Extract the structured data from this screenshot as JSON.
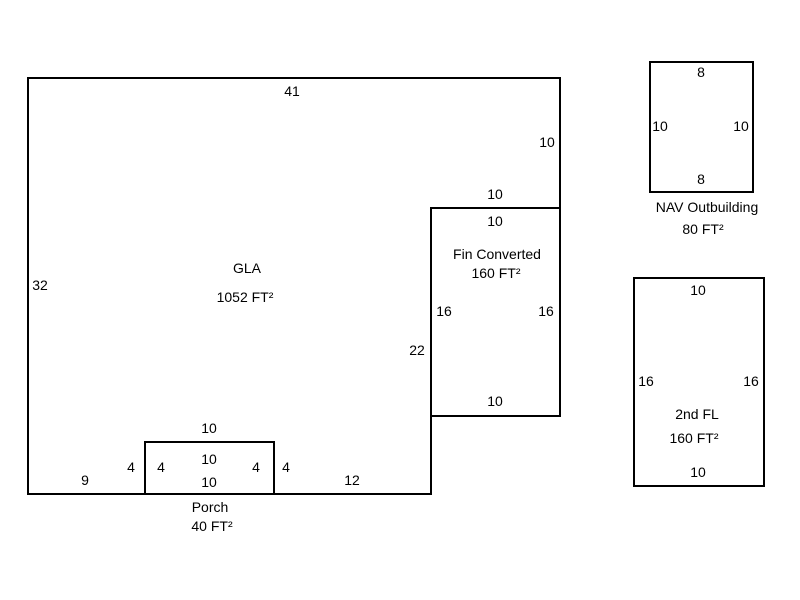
{
  "gla": {
    "name": "GLA",
    "area": "1052 FT²",
    "dims": {
      "top": "41",
      "right_upper": "10",
      "left": "32",
      "inner_right": "22",
      "bottom_left": "9",
      "bottom_right": "12",
      "porch_left_outer": "4",
      "porch_right_outer": "4",
      "porch_top_outer": "10"
    }
  },
  "fin_converted": {
    "name": "Fin Converted",
    "area": "160 FT²",
    "dims": {
      "top_outer": "10",
      "top": "10",
      "left": "16",
      "right": "16",
      "bottom": "10"
    }
  },
  "porch": {
    "name": "Porch",
    "area": "40 FT²",
    "dims": {
      "top": "10",
      "bottom": "10",
      "left": "4",
      "right": "4"
    }
  },
  "nav_outbuilding": {
    "name": "NAV Outbuilding",
    "area": "80 FT²",
    "dims": {
      "top": "8",
      "bottom": "8",
      "left": "10",
      "right": "10"
    }
  },
  "second_floor": {
    "name": "2nd FL",
    "area": "160 FT²",
    "dims": {
      "top": "10",
      "bottom": "10",
      "left": "16",
      "right": "16"
    }
  }
}
